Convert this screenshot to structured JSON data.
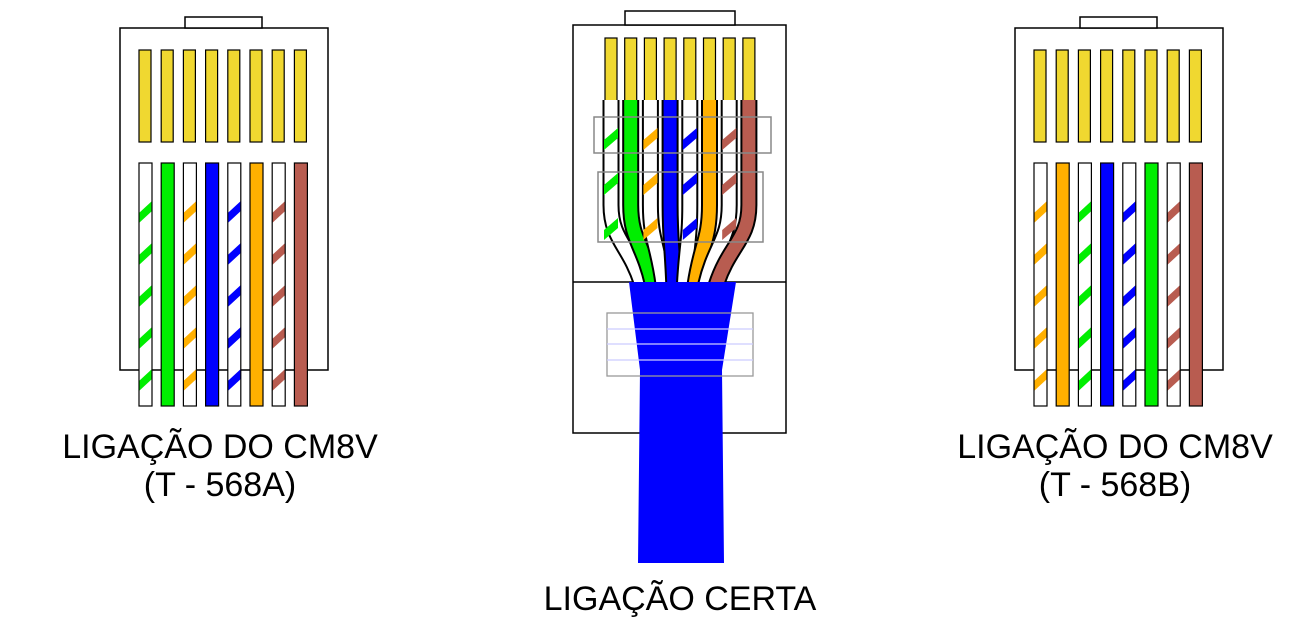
{
  "colors": {
    "green": "#00ee00",
    "orange": "#ffb000",
    "blue": "#0000ff",
    "brown": "#b85c50",
    "white": "#ffffff",
    "contact": "#f0d830",
    "jacket": "#0000ff",
    "outline": "#000000"
  },
  "connectors": [
    {
      "id": "t568a",
      "wires": [
        {
          "color": "green",
          "striped": true
        },
        {
          "color": "green",
          "striped": false
        },
        {
          "color": "orange",
          "striped": true
        },
        {
          "color": "blue",
          "striped": false
        },
        {
          "color": "blue",
          "striped": true
        },
        {
          "color": "orange",
          "striped": false
        },
        {
          "color": "brown",
          "striped": true
        },
        {
          "color": "brown",
          "striped": false
        }
      ],
      "caption_line1": "LIGAÇÃO DO CM8V",
      "caption_line2": "(T - 568A)"
    },
    {
      "id": "t568b",
      "wires": [
        {
          "color": "orange",
          "striped": true
        },
        {
          "color": "orange",
          "striped": false
        },
        {
          "color": "green",
          "striped": true
        },
        {
          "color": "blue",
          "striped": false
        },
        {
          "color": "blue",
          "striped": true
        },
        {
          "color": "green",
          "striped": false
        },
        {
          "color": "brown",
          "striped": true
        },
        {
          "color": "brown",
          "striped": false
        }
      ],
      "caption_line1": "LIGAÇÃO DO CM8V",
      "caption_line2": "(T - 568B)"
    }
  ],
  "center": {
    "wires": [
      {
        "color": "green",
        "striped": true
      },
      {
        "color": "green",
        "striped": false
      },
      {
        "color": "orange",
        "striped": true
      },
      {
        "color": "blue",
        "striped": false
      },
      {
        "color": "blue",
        "striped": true
      },
      {
        "color": "orange",
        "striped": false
      },
      {
        "color": "brown",
        "striped": true
      },
      {
        "color": "brown",
        "striped": false
      }
    ],
    "caption": "LIGAÇÃO CERTA"
  }
}
